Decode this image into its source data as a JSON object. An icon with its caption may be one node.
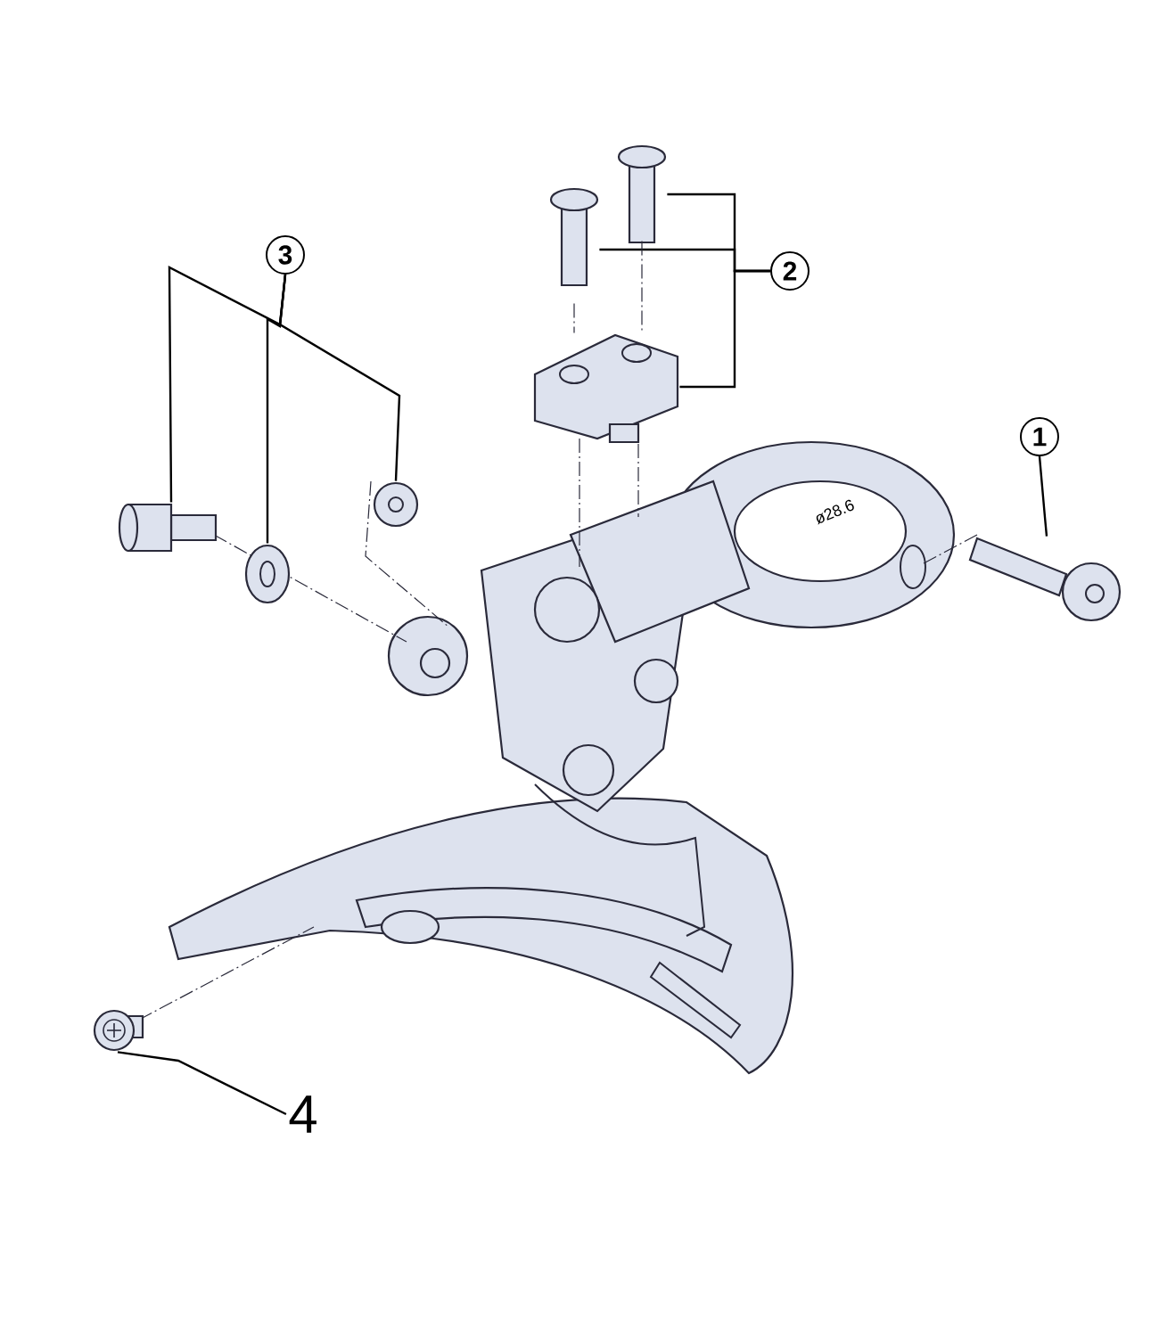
{
  "diagram": {
    "nodes": [
      {
        "text": [
          "3"
        ]
      },
      {
        "text": [
          "2"
        ]
      },
      {
        "text": [
          "1"
        ]
      },
      {
        "text": [
          "4"
        ]
      },
      {
        "text": [],
        "shape": "picture"
      },
      {
        "text": [],
        "shape": "picture"
      },
      {
        "text": [],
        "shape": "picture"
      },
      {
        "text": [],
        "shape": "picture"
      },
      {
        "text": [],
        "shape": "picture"
      },
      {
        "text": [],
        "shape": "picture"
      },
      {
        "text": [],
        "shape": "picture"
      },
      {
        "text": [],
        "shape": "picture"
      }
    ],
    "edges": [
      {
        "from": 0,
        "to": 4,
        "arrow": "none"
      },
      {
        "from": 0,
        "to": 5,
        "arrow": "none"
      },
      {
        "from": 0,
        "to": 6,
        "arrow": "none"
      },
      {
        "from": 1,
        "to": 7,
        "arrow": "none"
      },
      {
        "from": 1,
        "to": 8,
        "arrow": "none"
      },
      {
        "from": 1,
        "to": 9,
        "arrow": "none"
      },
      {
        "from": 2,
        "to": 10,
        "arrow": "none"
      },
      {
        "from": 3,
        "to": 11,
        "arrow": "none"
      },
      {
        "from": 7,
        "to": 9,
        "arrow": "none",
        "style": "dashed"
      },
      {
        "from": 8,
        "to": 9,
        "arrow": "none",
        "style": "dashed"
      }
    ],
    "labels": [
      "ø28.6"
    ]
  }
}
